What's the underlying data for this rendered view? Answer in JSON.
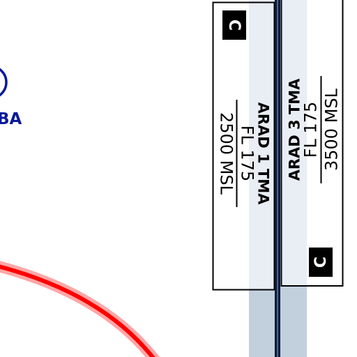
{
  "map": {
    "colors": {
      "boundary_fill": "#c2d0de",
      "boundary_line": "#0b1a3a",
      "zone_tint": "#e9eef4",
      "navaid_blue": "#0a1a9a",
      "restricted_red": "#ff0000",
      "restricted_halo": "#ffa6a6"
    },
    "navaid": {
      "label": "BA",
      "icon": "navaid-circle-icon"
    },
    "airspaces": [
      {
        "name": "ARAD 1 TMA",
        "upper": "FL 175",
        "lower": "2500 MSL",
        "class": "C"
      },
      {
        "name": "ARAD 3 TMA",
        "upper": "FL 175",
        "lower": "3500 MSL",
        "class": "C"
      }
    ]
  }
}
